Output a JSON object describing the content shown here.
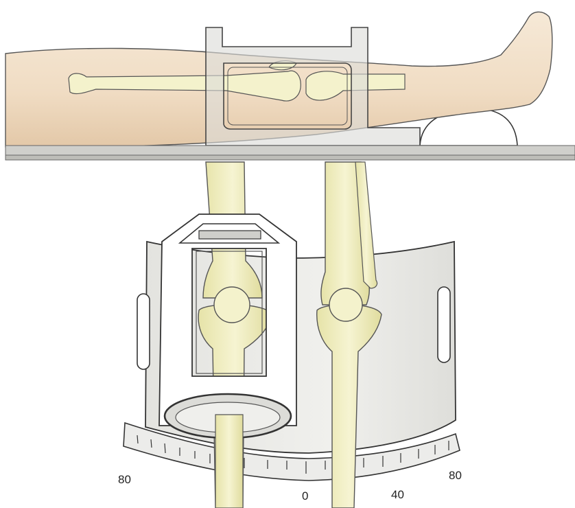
{
  "figure": {
    "scale_labels": [
      {
        "id": "left-80",
        "text": "80"
      },
      {
        "id": "center-0",
        "text": "0"
      },
      {
        "id": "right-40",
        "text": "40"
      },
      {
        "id": "right-80",
        "text": "80"
      }
    ]
  },
  "colors": {
    "skin": "#f3e3cf",
    "skin_shadow": "#e2c7a6",
    "bone": "#f2f0c6",
    "bone_shadow": "#dedaa0",
    "frame": "#dcdcd8",
    "frame_dark": "#a8a8a4",
    "table": "#cfcfcb",
    "outline": "#333333"
  }
}
